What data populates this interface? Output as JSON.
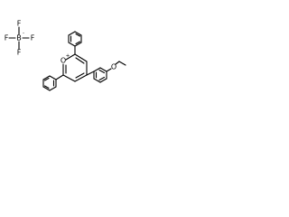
{
  "molecule": {
    "counterion": {
      "fluorine_label": "F",
      "boron_label": "B",
      "boron_charge": "-"
    },
    "pyrylium": {
      "oxygen_label": "O",
      "oxygen_charge": "+"
    },
    "ethoxy": {
      "oxygen_label": "O"
    }
  }
}
